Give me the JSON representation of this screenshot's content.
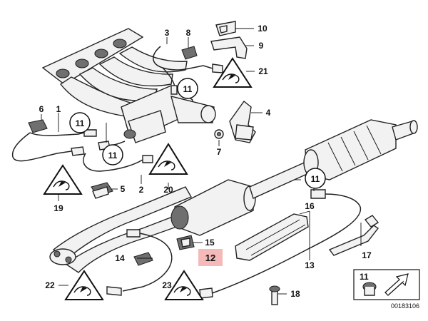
{
  "diagram": {
    "callouts": {
      "p1": "1",
      "p2": "2",
      "p3": "3",
      "p4": "4",
      "p5": "5",
      "p6": "6",
      "p7": "7",
      "p8": "8",
      "p9": "9",
      "p10": "10",
      "p11": "11",
      "p12": "12",
      "p13": "13",
      "p14": "14",
      "p15": "15",
      "p16": "16",
      "p17": "17",
      "p18": "18",
      "p19": "19",
      "p20": "20",
      "p21": "21",
      "p22": "22",
      "p23": "23"
    },
    "circle_ref": "11",
    "inset_label": "11",
    "doc_number": "00183106",
    "highlight_color": "#f4b9b9"
  }
}
